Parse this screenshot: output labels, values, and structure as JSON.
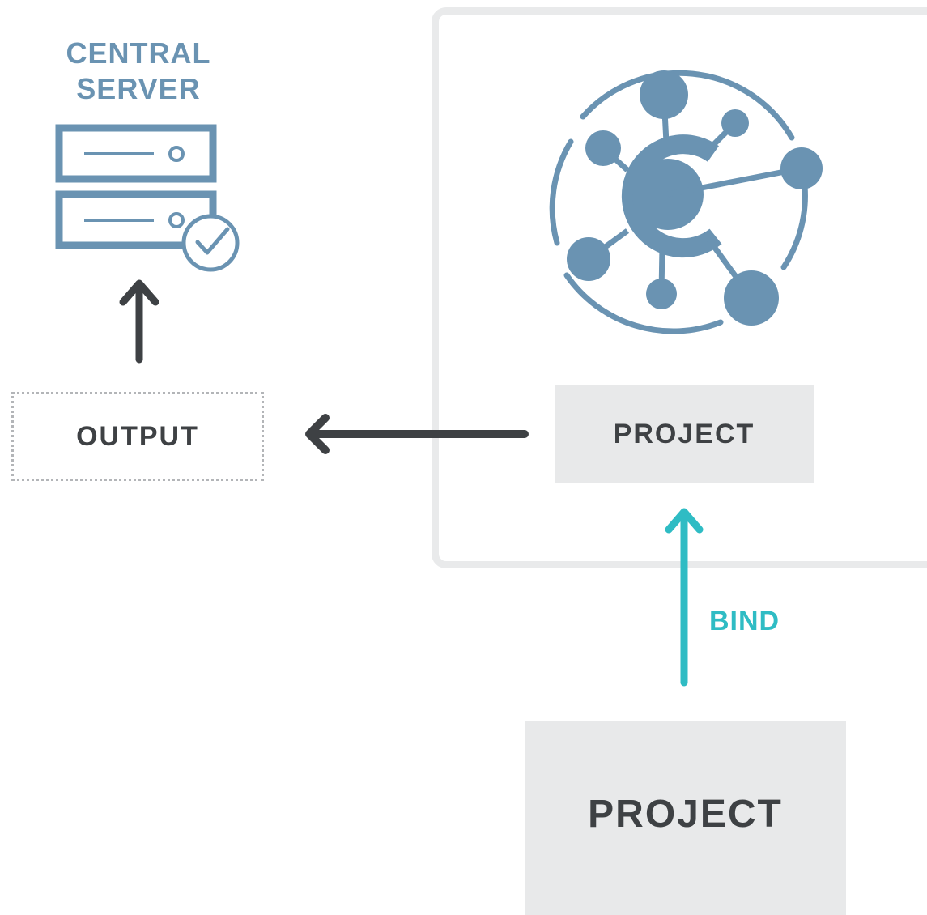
{
  "central_server": {
    "title_line1": "CENTRAL",
    "title_line2": "SERVER",
    "icon": "server-check-icon"
  },
  "output": {
    "label": "OUTPUT"
  },
  "container": {
    "hub_icon": "network-hub-icon",
    "project_label": "PROJECT"
  },
  "bind": {
    "label": "BIND"
  },
  "external_project": {
    "label": "PROJECT"
  },
  "colors": {
    "accent_blue": "#6a93b2",
    "bind_teal": "#2fbcc4",
    "arrow_dark": "#3e4144",
    "box_gray": "#e8e9ea",
    "frame_gray": "#e9eaeb"
  }
}
